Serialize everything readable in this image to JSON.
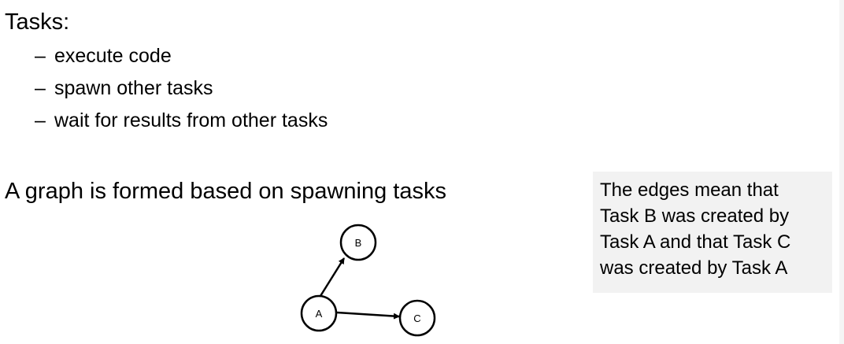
{
  "heading": "Tasks:",
  "bullets": [
    "execute code",
    "spawn other tasks",
    "wait for results from other tasks"
  ],
  "bullet_marker": "–",
  "subheading": "A graph is formed based on spawning tasks",
  "callout": [
    "The edges mean that",
    "Task B was created by",
    "Task A and that Task C",
    "was created by Task A"
  ],
  "graph": {
    "nodes": [
      "A",
      "B",
      "C"
    ],
    "edges": [
      {
        "from": "A",
        "to": "B"
      },
      {
        "from": "A",
        "to": "C"
      }
    ]
  }
}
